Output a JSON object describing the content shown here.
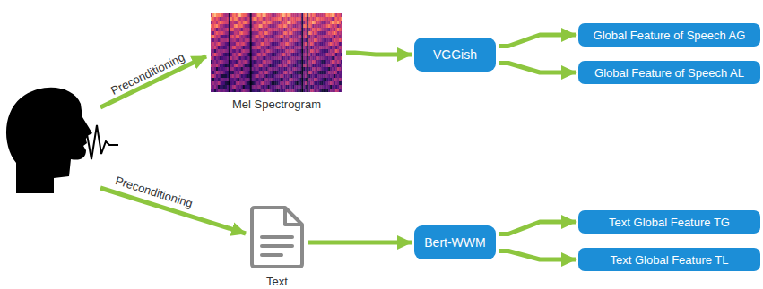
{
  "diagram": {
    "nodes": [
      {
        "text": [
          "Mel Spectrogram"
        ]
      },
      {
        "text": [
          "VGGish"
        ]
      },
      {
        "text": [
          "Global Feature of Speech AG"
        ]
      },
      {
        "text": [
          "Global Feature of Speech AL"
        ]
      },
      {
        "text": [
          "Text"
        ]
      },
      {
        "text": [
          "Bert-WWM"
        ]
      },
      {
        "text": [
          "Text Global Feature TG"
        ]
      },
      {
        "text": [
          "Text Global Feature TL"
        ]
      }
    ],
    "edges": [
      {
        "from": 0,
        "to": 1,
        "arrow": "to"
      },
      {
        "from": 1,
        "to": 2,
        "arrow": "to"
      },
      {
        "from": 1,
        "to": 3,
        "arrow": "to"
      },
      {
        "from": 4,
        "to": 5,
        "arrow": "to"
      },
      {
        "from": 5,
        "to": 6,
        "arrow": "to"
      },
      {
        "from": 5,
        "to": 7,
        "arrow": "to"
      }
    ],
    "labels": [
      "Preconditioning",
      "Preconditioning"
    ]
  }
}
